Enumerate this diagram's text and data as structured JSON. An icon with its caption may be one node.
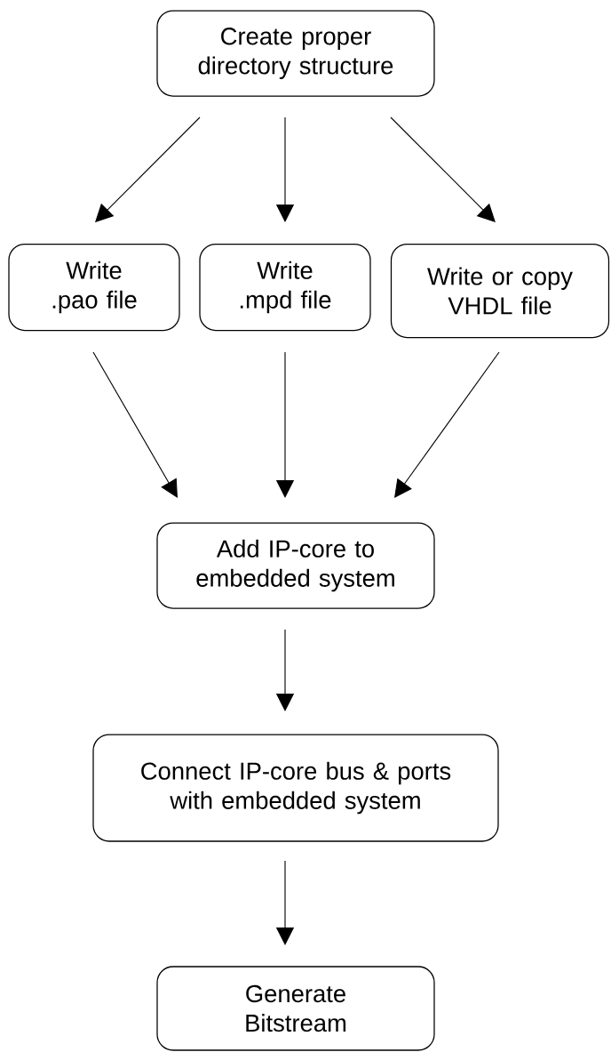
{
  "diagram": {
    "nodes": [
      {
        "text": [
          "Create proper directory structure"
        ]
      },
      {
        "text": [
          "Write .pao file"
        ]
      },
      {
        "text": [
          "Write .mpd file"
        ]
      },
      {
        "text": [
          "Write or copy VHDL file"
        ]
      },
      {
        "text": [
          "Add IP-core to embedded system"
        ]
      },
      {
        "text": [
          "Connect IP-core bus & ports with embedded system"
        ]
      },
      {
        "text": [
          "Generate Bitstream"
        ]
      }
    ],
    "edges": [
      {
        "from": 0,
        "to": 1,
        "arrow": "to"
      },
      {
        "from": 0,
        "to": 2,
        "arrow": "to"
      },
      {
        "from": 0,
        "to": 3,
        "arrow": "to"
      },
      {
        "from": 1,
        "to": 4,
        "arrow": "to"
      },
      {
        "from": 2,
        "to": 4,
        "arrow": "to"
      },
      {
        "from": 3,
        "to": 4,
        "arrow": "to"
      },
      {
        "from": 4,
        "to": 5,
        "arrow": "to"
      },
      {
        "from": 5,
        "to": 6,
        "arrow": "to"
      }
    ]
  }
}
